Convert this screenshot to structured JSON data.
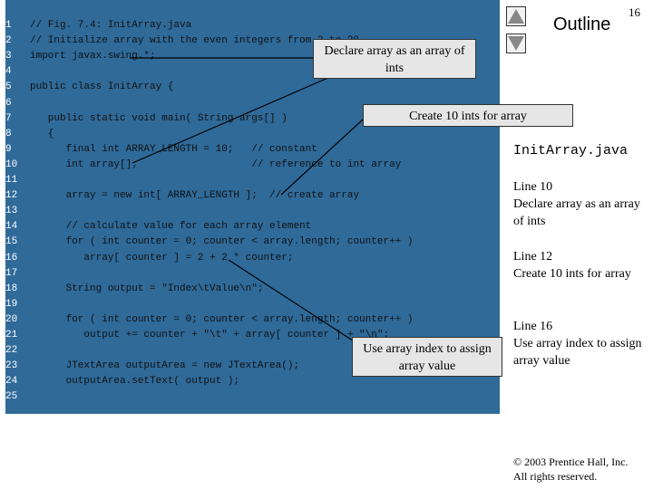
{
  "slide_number": "16",
  "outline_title": "Outline",
  "nav": {
    "up_label": "previous",
    "down_label": "next"
  },
  "code": {
    "line_numbers": [
      "1",
      "2",
      "3",
      "4",
      "5",
      "6",
      "7",
      "8",
      "9",
      "10",
      "11",
      "12",
      "13",
      "14",
      "15",
      "16",
      "17",
      "18",
      "19",
      "20",
      "21",
      "22",
      "23",
      "24",
      "25"
    ],
    "lines": [
      "// Fig. 7.4: InitArray.java",
      "// Initialize array with the even integers from 2 to 20.",
      "import javax.swing.*;",
      "",
      "public class InitArray {",
      "",
      "   public static void main( String args[] )",
      "   {",
      "      final int ARRAY_LENGTH = 10;   // constant",
      "      int array[];                   // reference to int array",
      "",
      "      array = new int[ ARRAY_LENGTH ];  // create array",
      "",
      "      // calculate value for each array element",
      "      for ( int counter = 0; counter < array.length; counter++ )",
      "         array[ counter ] = 2 + 2 * counter;",
      "",
      "      String output = \"Index\\tValue\\n\";",
      "",
      "      for ( int counter = 0; counter < array.length; counter++ )",
      "         output += counter + \"\\t\" + array[ counter ] + \"\\n\";",
      "",
      "      JTextArea outputArea = new JTextArea();",
      "      outputArea.setText( output );",
      ""
    ]
  },
  "callouts": {
    "declare": "Declare array as an array of ints",
    "create": "Create 10 ints for array",
    "use_index": "Use array index to assign array value"
  },
  "sidebar": {
    "filename": "InitArray.java",
    "notes": [
      {
        "line": "Line 10",
        "text": "Declare array as an array of ints"
      },
      {
        "line": "Line 12",
        "text": "Create 10 ints for array"
      },
      {
        "line": "Line 16",
        "text": "Use array index to assign array value"
      }
    ]
  },
  "footer": {
    "copyright": "© 2003 Prentice Hall, Inc.",
    "rights": "All rights reserved."
  }
}
